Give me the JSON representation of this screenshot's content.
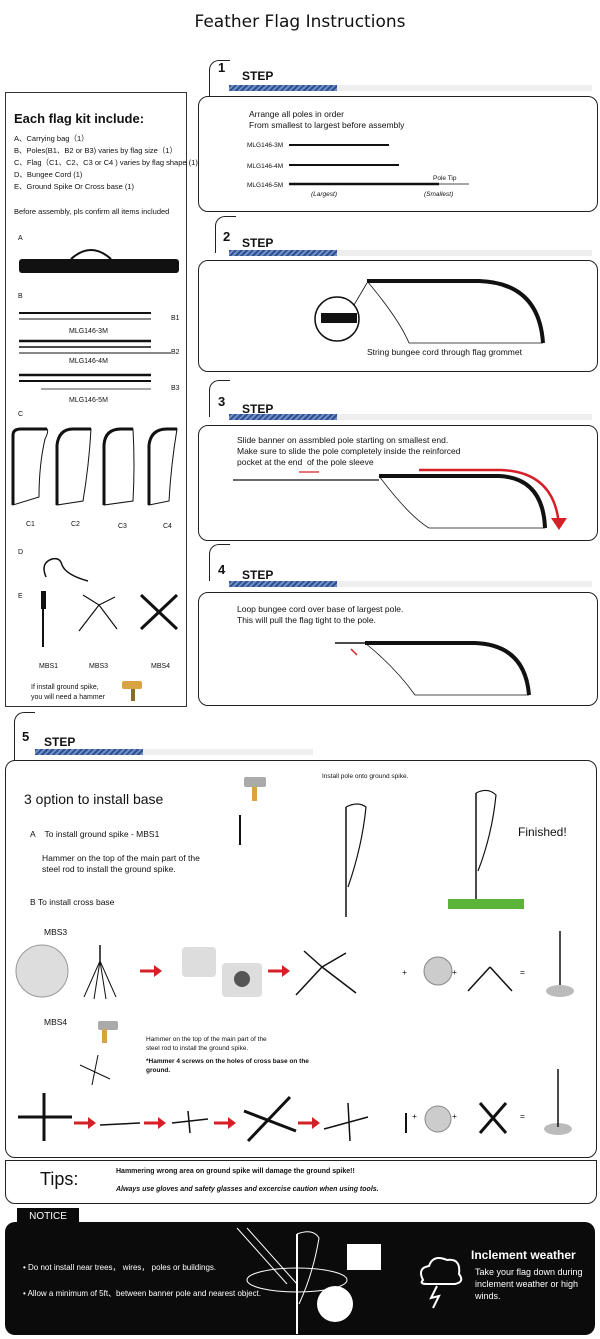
{
  "title": "Feather Flag Instructions",
  "kit": {
    "heading": "Each flag kit include:",
    "items": [
      "A、Carrying bag（1）",
      "B、Poles(B1、B2 or B3) varies by flag size（1）",
      "C、Flag（C1、C2、C3 or C4 ) varies by flag shape (1)",
      "D、Bungee Cord (1)",
      "E、Ground Spike Or Cross base (1)"
    ],
    "note": "Before assembly, pls confirm all items included",
    "labels": {
      "a": "A",
      "b": "B",
      "c": "C",
      "d": "D",
      "e": "E",
      "b1": "B1",
      "b2": "B2",
      "b3": "B3",
      "p3": "MLG146-3M",
      "p4": "MLG146-4M",
      "p5": "MLG146-5M",
      "c1": "C1",
      "c2": "C2",
      "c3": "C3",
      "c4": "C4",
      "mbs1": "MBS1",
      "mbs3": "MBS3",
      "mbs4": "MBS4",
      "hammer_note": "If install ground spike,\nyou will need a hammer"
    }
  },
  "step_word": "STEP",
  "steps": {
    "s1": {
      "num": "1",
      "text": "Arrange all poles in order\nFrom smallest to largest before assembly",
      "poles": [
        "MLG146-3M",
        "MLG146-4M",
        "MLG146-5M"
      ],
      "pole_tip": "Pole Tip",
      "largest": "(Largest)",
      "smallest": "(Smallest)"
    },
    "s2": {
      "num": "2",
      "text": "String bungee cord through flag grommet"
    },
    "s3": {
      "num": "3",
      "text": "Slide banner on assmbled pole starting on smallest end.\nMake sure to slide the pole completely inside the reinforced\npocket at the end  of the pole sleeve"
    },
    "s4": {
      "num": "4",
      "text": "Loop bungee cord over base of largest pole.\nThis will pull the flag tight to the pole."
    },
    "s5": {
      "num": "5",
      "heading": "3 option to install base",
      "install_pole": "Install pole onto ground spike.",
      "a_label": "A    To install ground spike - MBS1",
      "a_text": "Hammer on the top of the main part of the\nsteel rod to install the ground spike.",
      "finished": "Finished!",
      "b_label": "B    To install cross base",
      "mbs3": "MBS3",
      "mbs4": "MBS4",
      "mbs4_text": "Hammer on the top of the main part of the\nsteel rod to install the ground spike.",
      "mbs4_note": "*Hammer 4 screws on the holes of cross base on the\nground.",
      "plus": "+",
      "equals": "="
    }
  },
  "tips": {
    "label": "Tips:",
    "line1": "Hammering wrong area on ground spike will damage the ground spike!!",
    "line2": "Always use gloves and safety glasses and excercise caution when using tools."
  },
  "notice": {
    "tab": "NOTICE",
    "items": [
      "Do not install near trees， wires， poles or buildings.",
      "Allow a minimum of 5ft、between banner pole and nearest object."
    ],
    "weather_title": "Inclement weather",
    "weather_text": "Take your flag down during\ninclement weather or high\nwinds."
  },
  "colors": {
    "stripe_blue": "#2f4f8f",
    "arrow_red": "#d42027"
  }
}
